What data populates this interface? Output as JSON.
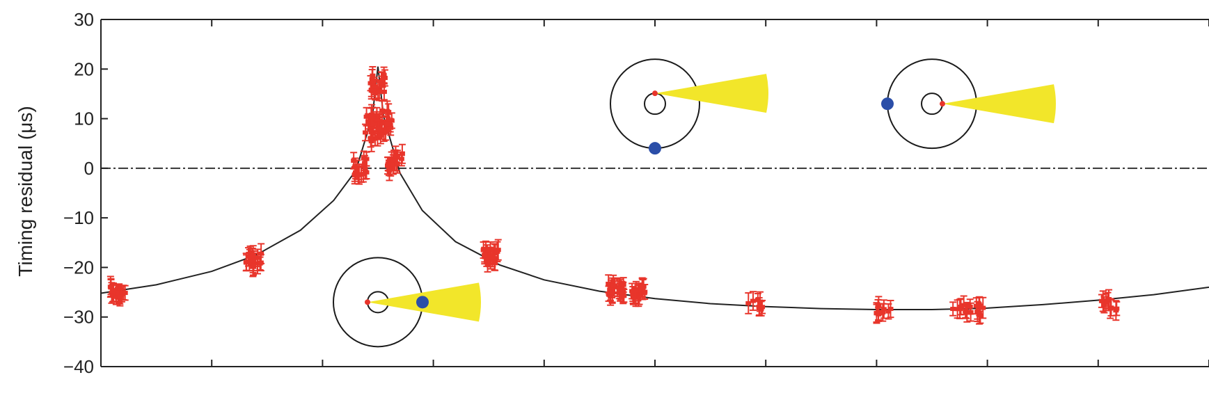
{
  "chart_data": {
    "type": "scatter",
    "ylabel": "Timing residual (μs)",
    "ylim": [
      -40,
      30
    ],
    "yticks": [
      30,
      20,
      10,
      0,
      -10,
      -20,
      -30,
      -40
    ],
    "ytick_labels": [
      "30",
      "20",
      "10",
      "0",
      "−10",
      "−20",
      "−30",
      "−40"
    ],
    "xlim": [
      0,
      10
    ],
    "xticks": [
      0,
      1,
      2,
      3,
      4,
      5,
      6,
      7,
      8,
      9,
      10
    ],
    "xtick_labels_visible": false,
    "zero_line": {
      "y": 0,
      "style": "dash-dot"
    },
    "colors": {
      "data": "#e8352b",
      "model": "#222222",
      "orbit": "#1a1a1a",
      "beam": "#f2e62a",
      "companion": "#2b4ea8",
      "pulsar": "#e8352b"
    },
    "model_curve": {
      "description_free": true,
      "x": [
        0.0,
        0.5,
        1.0,
        1.4,
        1.8,
        2.1,
        2.3,
        2.45,
        2.5,
        2.55,
        2.7,
        2.9,
        3.2,
        3.6,
        4.0,
        4.5,
        5.0,
        5.5,
        6.0,
        6.5,
        7.0,
        7.5,
        8.0,
        8.5,
        9.0,
        9.5,
        10.0
      ],
      "y": [
        -25.2,
        -23.5,
        -20.8,
        -17.5,
        -12.5,
        -6.5,
        -0.5,
        10.5,
        20.5,
        10.5,
        -1.0,
        -8.5,
        -14.8,
        -19.5,
        -22.5,
        -24.8,
        -26.3,
        -27.3,
        -27.9,
        -28.3,
        -28.5,
        -28.5,
        -28.2,
        -27.5,
        -26.6,
        -25.5,
        -24.0
      ]
    },
    "data_clusters": [
      {
        "x": 0.15,
        "y": -25.0,
        "spread_y": 2.5,
        "n": 18
      },
      {
        "x": 1.38,
        "y": -18.5,
        "spread_y": 3.0,
        "n": 18
      },
      {
        "x": 2.35,
        "y": 0.5,
        "spread_y": 4.0,
        "n": 16
      },
      {
        "x": 2.45,
        "y": 8.0,
        "spread_y": 6.0,
        "n": 22
      },
      {
        "x": 2.5,
        "y": 17.0,
        "spread_y": 4.0,
        "n": 18
      },
      {
        "x": 2.56,
        "y": 9.0,
        "spread_y": 5.5,
        "n": 20
      },
      {
        "x": 2.65,
        "y": 1.5,
        "spread_y": 4.0,
        "n": 16
      },
      {
        "x": 3.52,
        "y": -17.5,
        "spread_y": 3.5,
        "n": 20
      },
      {
        "x": 4.65,
        "y": -24.5,
        "spread_y": 2.5,
        "n": 24
      },
      {
        "x": 4.85,
        "y": -25.0,
        "spread_y": 2.5,
        "n": 20
      },
      {
        "x": 5.9,
        "y": -27.5,
        "spread_y": 2.0,
        "n": 8
      },
      {
        "x": 7.07,
        "y": -28.5,
        "spread_y": 2.5,
        "n": 10
      },
      {
        "x": 7.75,
        "y": -28.2,
        "spread_y": 2.0,
        "n": 8
      },
      {
        "x": 7.9,
        "y": -28.5,
        "spread_y": 2.5,
        "n": 10
      },
      {
        "x": 9.1,
        "y": -27.5,
        "spread_y": 2.5,
        "n": 10
      }
    ],
    "orbit_insets": [
      {
        "x": 2.5,
        "y": -27.0,
        "companion": "right",
        "beam": "right"
      },
      {
        "x": 5.0,
        "y": 13.0,
        "companion": "bottom",
        "beam": "right"
      },
      {
        "x": 7.5,
        "y": 13.0,
        "companion": "left",
        "beam": "right"
      }
    ]
  }
}
